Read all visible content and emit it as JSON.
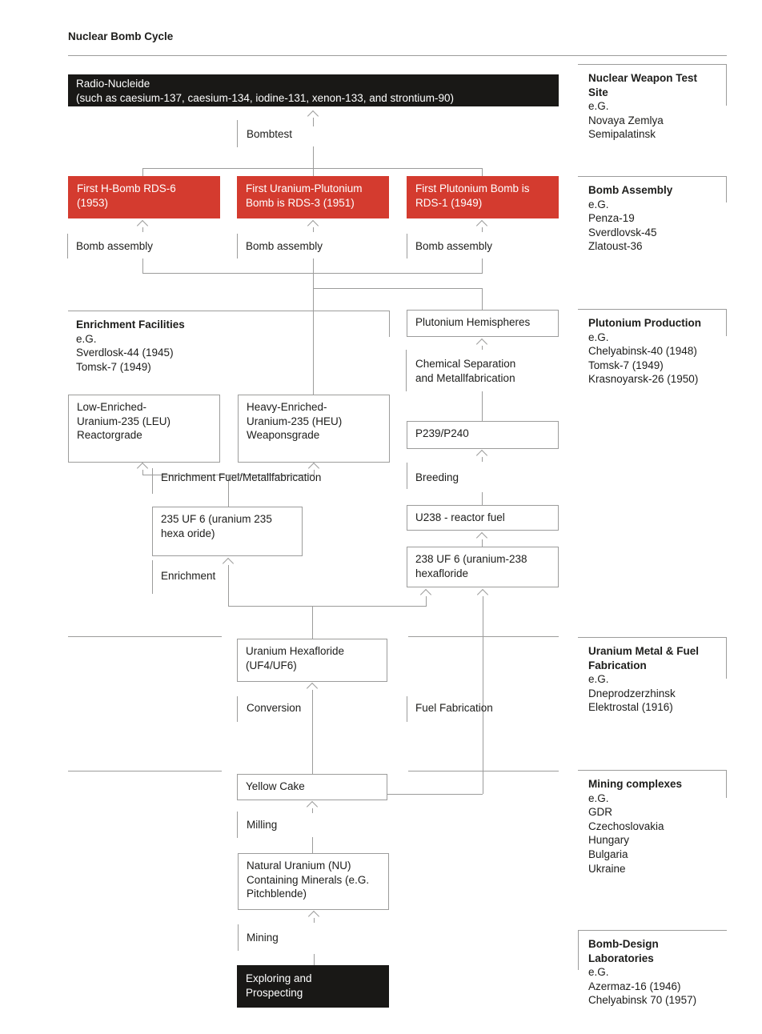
{
  "title": "Nuclear Bomb Cycle",
  "colors": {
    "red": "#d43b2f",
    "dark": "#191816",
    "line": "#9c9c9b",
    "ink": "#1d1d1b"
  },
  "nodes": {
    "radio_nucleide": "Radio-Nucleide\n(such as caesium-137, caesium-134, iodine-131, xenon-133, and strontium-90)",
    "bomb_h": "First H-Bomb RDS-6\n(1953)",
    "bomb_u_pu": "First Uranium-Plutonium\nBomb is RDS-3 (1951)",
    "bomb_pu": "First Plutonium Bomb is\nRDS-1 (1949)",
    "plutonium_hemispheres": "Plutonium Hemispheres",
    "leu": "Low-Enriched-\nUranium-235 (LEU)\nReactorgrade",
    "heu": "Heavy-Enriched-\nUranium-235 (HEU)\nWeaponsgrade",
    "p239": "P239/P240",
    "uf235": "235 UF 6 (uranium 235\nhexa oride)",
    "u238": "U238 - reactor fuel",
    "uf238": " 238 UF 6 (uranium-238\nhexafloride",
    "uranium_hexafloride": "Uranium Hexafloride\n(UF4/UF6)",
    "yellow_cake": "Yellow Cake",
    "natural_uranium": "Natural Uranium (NU)\nContaining Minerals (e.G.\nPitchblende)",
    "exploring": "Exploring and\nProspecting"
  },
  "labels": {
    "bombtest": "Bombtest",
    "bomb_assembly": "Bomb assembly",
    "chemical_separation": "Chemical Separation\nand Metallfabrication",
    "enrichment_fuel": "Enrichment Fuel/Metallfabrication",
    "breeding": "Breeding",
    "enrichment": "Enrichment",
    "conversion": "Conversion",
    "fuel_fabrication": "Fuel Fabrication",
    "milling": "Milling",
    "mining": "Mining"
  },
  "groups": {
    "enrichment_facilities": {
      "heading": "Enrichment Facilities",
      "details": "e.G.\nSverdlosk-44 (1945)\nTomsk-7 (1949)"
    }
  },
  "sidebar": [
    {
      "heading": "Nuclear Weapon Test Site",
      "details": "e.G.\nNovaya Zemlya\nSemipalatinsk"
    },
    {
      "heading": "Bomb Assembly",
      "details": "e.G.\nPenza-19\nSverdlovsk-45\nZlatoust-36"
    },
    {
      "heading": "Plutonium Production",
      "details": "e.G.\nChelyabinsk-40 (1948)\nTomsk-7 (1949)\nKrasnoyarsk-26 (1950)"
    },
    {
      "heading": "Uranium Metal & Fuel Fabrication",
      "details": "e.G.\nDneprodzerzhinsk\nElektrostal (1916)"
    },
    {
      "heading": "Mining complexes",
      "details": "e.G.\nGDR\nCzechoslovakia\nHungary\nBulgaria\nUkraine"
    },
    {
      "heading": "Bomb-Design Laboratories",
      "details": "e.G.\nAzermaz-16 (1946)\nChelyabinsk 70 (1957)"
    }
  ]
}
